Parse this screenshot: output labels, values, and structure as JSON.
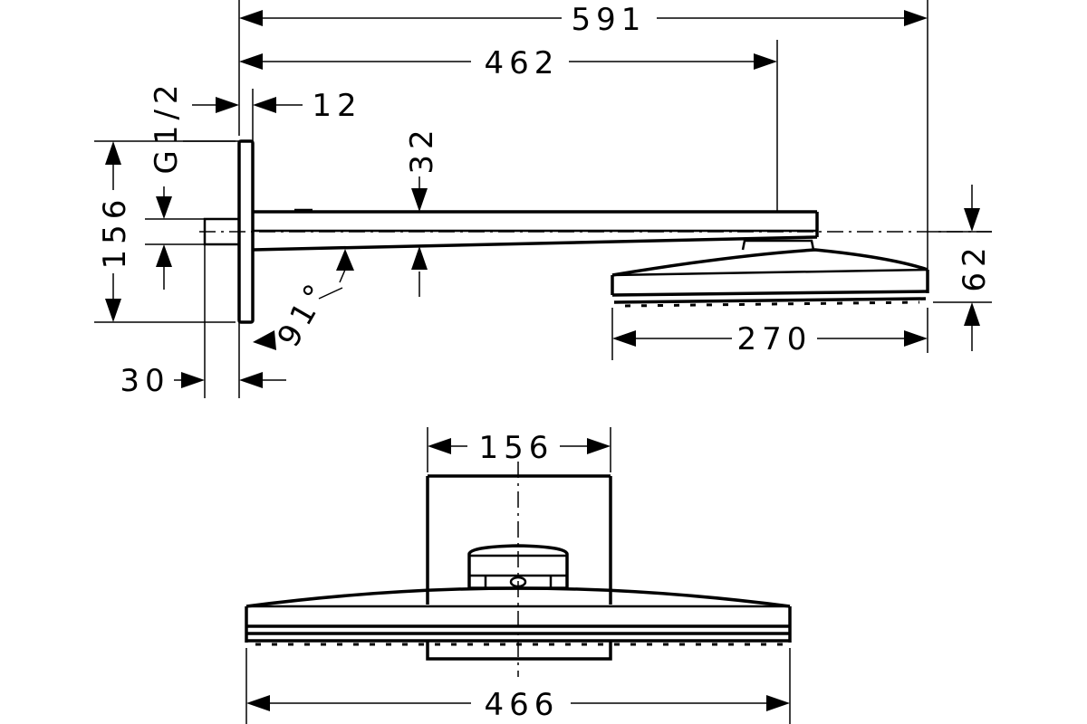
{
  "side_view": {
    "dim_overall_length": "591",
    "dim_arm_length": "462",
    "dim_thread": "G1/2",
    "dim_plate_thickness": "12",
    "dim_plate_height": "156",
    "dim_arm_thickness": "32",
    "dim_angle": "91°",
    "dim_head_height": "62",
    "dim_head_width": "270",
    "dim_inlet_depth": "30"
  },
  "front_view": {
    "dim_plate_width": "156",
    "dim_head_width": "466"
  }
}
